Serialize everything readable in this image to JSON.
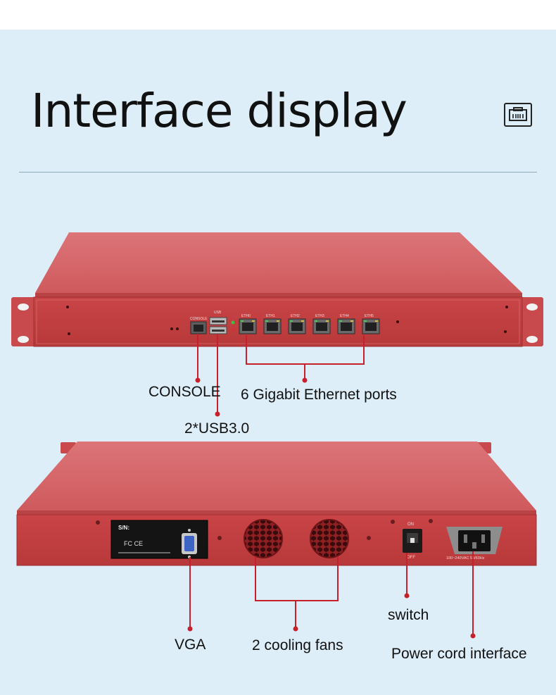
{
  "header": {
    "title": "Interface display",
    "badge_icon": "ethernet-port-icon"
  },
  "front_panel": {
    "console_label": "CONSOLE",
    "usb_label": "2*USB3.0",
    "ethernet_label": "6 Gigabit Ethernet ports",
    "panel_console": "CONSOLE",
    "panel_usb": "USB",
    "port_labels": [
      "ETH0",
      "ETH1",
      "ETH2",
      "ETH3",
      "ETH4",
      "ETH5"
    ]
  },
  "rear_panel": {
    "vga_label": "VGA",
    "fans_label": "2 cooling fans",
    "switch_label": "switch",
    "power_label": "Power cord interface",
    "sn_label": "S/N:",
    "cert_marks": "FC CE",
    "switch_on": "ON",
    "switch_off": "OFF",
    "power_rating": "100~240VAC 50/60Hz"
  },
  "colors": {
    "device_red": "#c8494b",
    "callout_red": "#c8202a",
    "background": "#ddeef8"
  }
}
